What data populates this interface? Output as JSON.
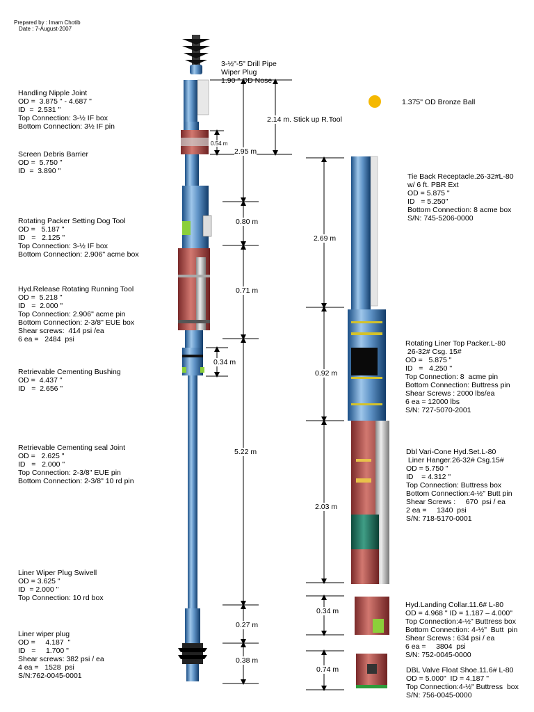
{
  "header": {
    "prepared_by": "Prepared by : Imam Chotib",
    "date": "Date : 7-August-2007"
  },
  "wiper_plug_top": {
    "l1": "3-½\"-5\" Drill Pipe",
    "l2": "Wiper Plug",
    "l3": "1.90 \" OD Nose"
  },
  "ball": {
    "label": "1.375\" OD Bronze Ball",
    "color": "#f5b800"
  },
  "left_labels": {
    "handling": {
      "title": "Handling Nipple Joint",
      "l1": "OD =  3.875 \" - 4.687 \"",
      "l2": "ID  =  2.531 \"",
      "l3": "Top Connection: 3-½ IF box",
      "l4": "Bottom Connection: 3½ IF pin"
    },
    "screen": {
      "title": "Screen Debris Barrier",
      "l1": "OD =  5.750 \"",
      "l2": "ID  =  3.890 \""
    },
    "dog": {
      "title": "Rotating Packer Setting Dog Tool",
      "l1": "OD =   5.187 \"",
      "l2": "ID   =   2.125 \"",
      "l3": "Top Connection: 3-½ IF box",
      "l4": "Bottom Connection: 2.906\" acme box"
    },
    "hyd": {
      "title": "Hyd.Release Rotating Running Tool",
      "l1": "OD =  5.218 \"",
      "l2": "ID   =  2.000 \"",
      "l3": "Top Connection: 2.906\" acme pin",
      "l4": "Bottom Connection: 2-3/8\" EUE box",
      "l5": "Shear screws:  414 psi /ea",
      "l6": "6 ea =   2484  psi"
    },
    "bushing": {
      "title": "Retrievable Cementing Bushing",
      "l1": "OD =  4.437 \"",
      "l2": "ID   =  2.656 \""
    },
    "seal": {
      "title": "Retrievable Cementing seal Joint",
      "l1": "OD =   2.625 \"",
      "l2": "ID   =   2.000 \"",
      "l3": "Top Connection: 2-3/8\" EUE pin",
      "l4": "Bottom Connection: 2-3/8\" 10 rd pin"
    },
    "swivel": {
      "title": "Liner Wiper Plug Swivell",
      "l1": "OD = 3.625 \"",
      "l2": "ID  = 2.000 \"",
      "l3": "Top Connection: 10 rd box"
    },
    "wiper": {
      "title": "Liner wiper plug",
      "l1": "OD =     4.187  \"",
      "l2": "ID   =     1.700 \"",
      "l3": "Shear screws: 382 psi / ea",
      "l4": "4 ea =   1528  psi",
      "l5": "S/N:762-0045-0001"
    }
  },
  "right_labels": {
    "tieback": {
      "title": "Tie Back Receptacle.26-32#L-80",
      "l1": "w/ 6 ft. PBR Ext",
      "l2": "OD = 5.875 \"",
      "l3": "ID   = 5.250\"",
      "l4": "Bottom Connection: 8 acme box",
      "l5": "S/N: 745-5206-0000"
    },
    "packer": {
      "title": "Rotating Liner Top Packer.L-80",
      "l1": " 26-32# Csg. 15#",
      "l2": "OD =   5.875 \"",
      "l3": "ID   =   4.250 \"",
      "l4": "Top Connection: 8  acme pin",
      "l5": "Bottom Connection: Buttress pin",
      "l6": "Shear Screws : 2000 lbs/ea",
      "l7": "6 ea = 12000 lbs",
      "l8": "S/N: 727-5070-2001"
    },
    "hanger": {
      "title": "Dbl Vari-Cone Hyd.Set.L-80",
      "l1": " Liner Hanger.26-32# Csg.15#",
      "l2": "OD = 5.750 \"",
      "l3": "ID    = 4.312 \"",
      "l4": "Top Connection: Buttress box",
      "l5": "Bottom Connection:4-½\" Butt pin",
      "l6": "Shear Screws :     670  psi / ea",
      "l7": "2 ea =     1340  psi",
      "l8": "S/N: 718-5170-0001"
    },
    "collar": {
      "title": "Hyd.Landing Collar.11.6# L-80",
      "l1": "OD = 4.968 \" ID = 1.187 – 4.000\"",
      "l2": "Top Connection:4-½\" Buttress box",
      "l3": "Bottom Connection: 4-½\"  Butt  pin",
      "l4": "Shear Screws : 634 psi / ea",
      "l5": "6 ea =     3804  psi",
      "l6": "S/N: 752-0045-0000"
    },
    "shoe": {
      "title": "DBL Valve Float Shoe.11.6# L-80",
      "l1": "OD = 5.000\"  ID = 4.187 \"",
      "l2": "Top Connection:4-½\" Buttress  box",
      "l3": "S/N: 756-0045-0000"
    }
  },
  "dimensions": {
    "d214": "2.14 m. Stick up R.Tool",
    "d295": "2.95 m",
    "d054": "0.54 m",
    "d080": "0.80 m",
    "d071": "0.71 m",
    "d034a": "0.34 m",
    "d522": "5.22 m",
    "d027": "0.27 m",
    "d038": "0.38 m",
    "d269": "2.69 m",
    "d092": "0.92 m",
    "d203": "2.03 m",
    "d034b": "0.34 m",
    "d074": "0.74 m"
  }
}
